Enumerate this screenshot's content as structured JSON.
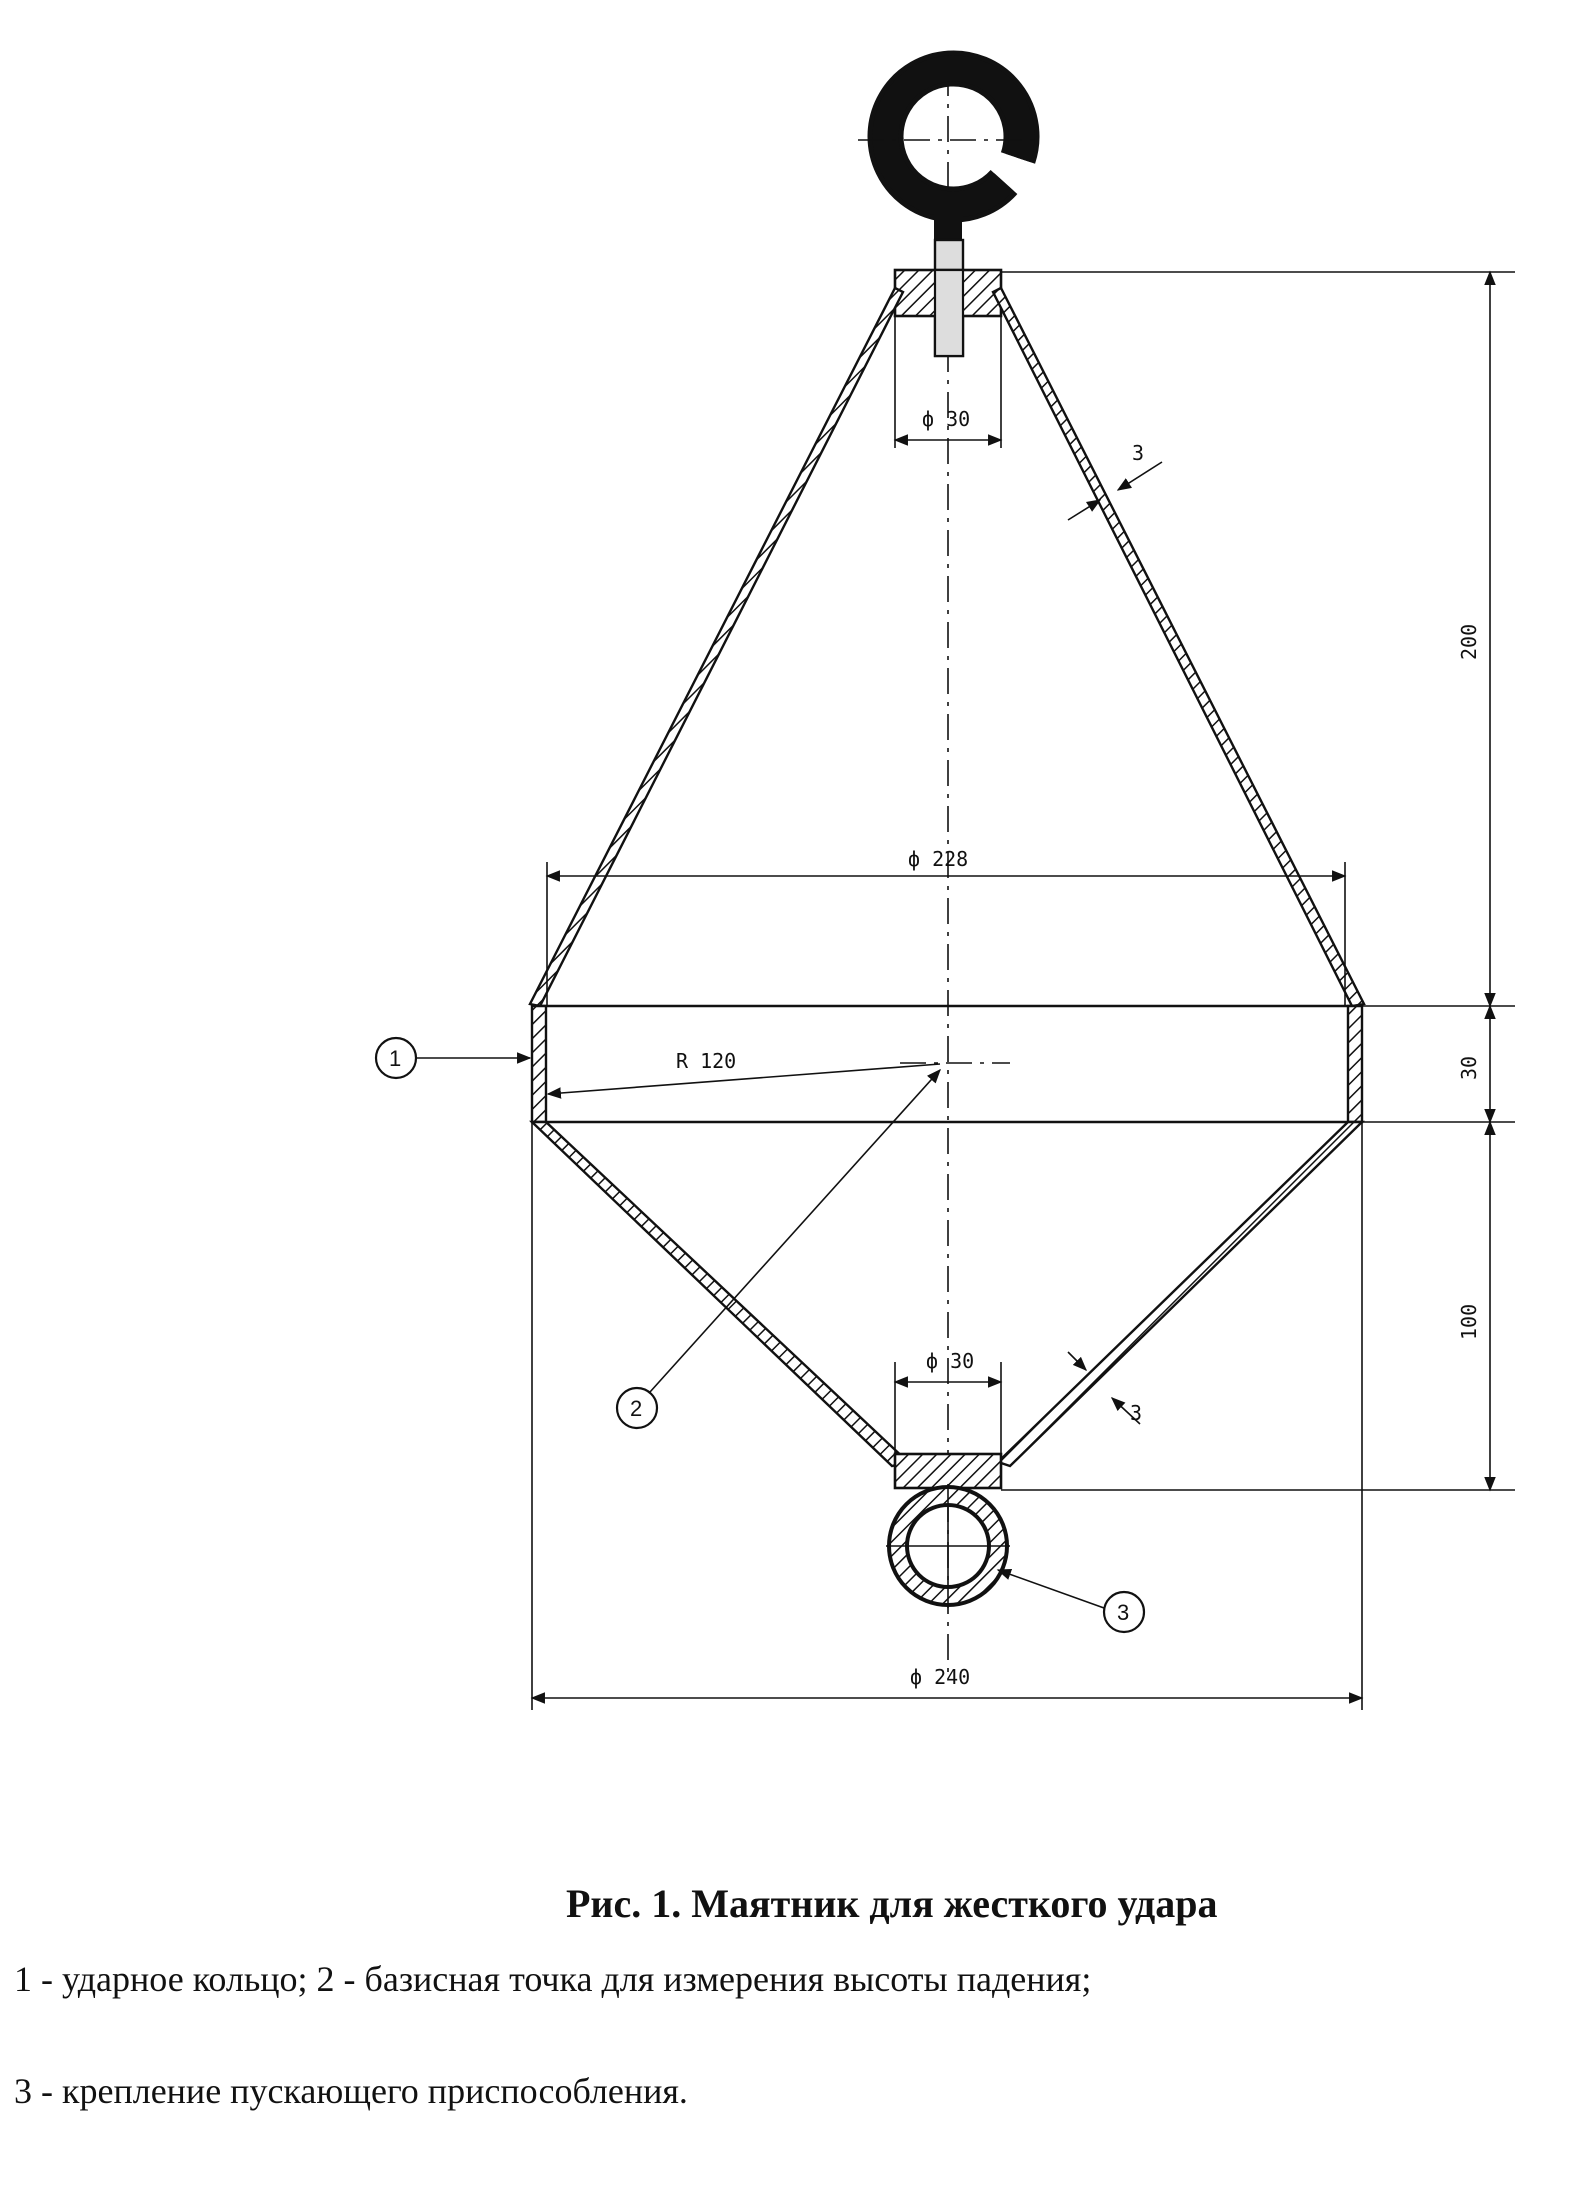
{
  "figure": {
    "title": "Рис. 1. Маятник для жесткого удара",
    "legend_line1": "1 - ударное кольцо; 2 - базисная точка для измерения высоты падения;",
    "legend_line2": "3 - крепление пускающего приспособления."
  },
  "dimensions": {
    "top_bore": "ф 30",
    "wall_upper": "3",
    "height_upper": "200",
    "inner_diameter": "ф 228",
    "radius": "R 120",
    "ring_height": "30",
    "height_lower": "100",
    "bottom_bore": "ф 30",
    "wall_lower": "3",
    "outer_diameter": "ф 240"
  },
  "callouts": {
    "c1": "1",
    "c2": "2",
    "c3": "3"
  },
  "colors": {
    "ink": "#111111",
    "paper": "#ffffff"
  }
}
